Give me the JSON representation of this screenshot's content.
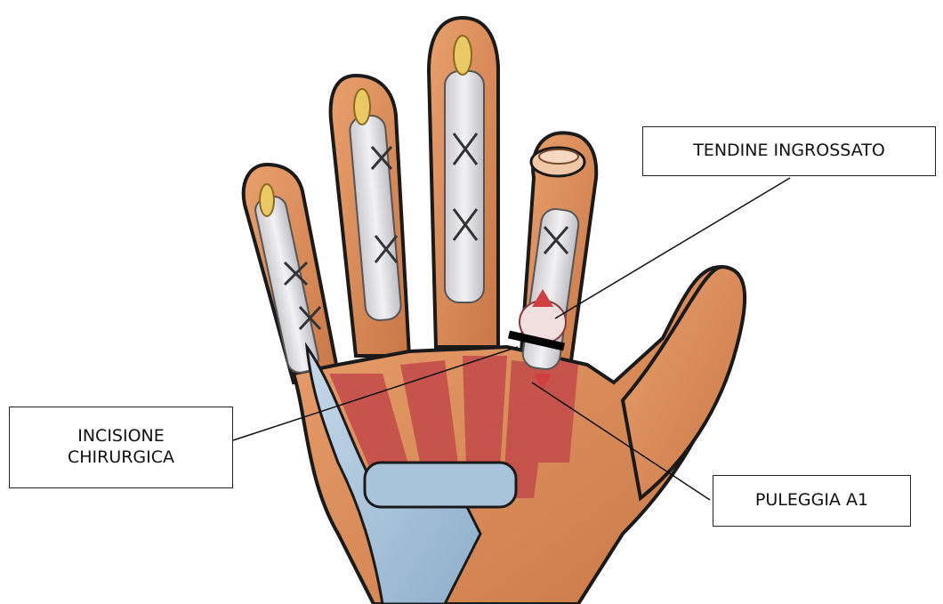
{
  "diagram": {
    "labels": {
      "tendon": "TENDINE INGROSSATO",
      "incision_line1": "INCISIONE",
      "incision_line2": "CHIRURGICA",
      "pulley": "PULEGGIA A1"
    },
    "colors": {
      "skin": "#d98a57",
      "skin_shadow": "#b86a3c",
      "tendon_sheath": "#e6e6ea",
      "muscle": "#c24a4a",
      "nail": "#e8c964",
      "ligament_blue": "#a9c3da",
      "outline": "#1a1a1a"
    }
  }
}
